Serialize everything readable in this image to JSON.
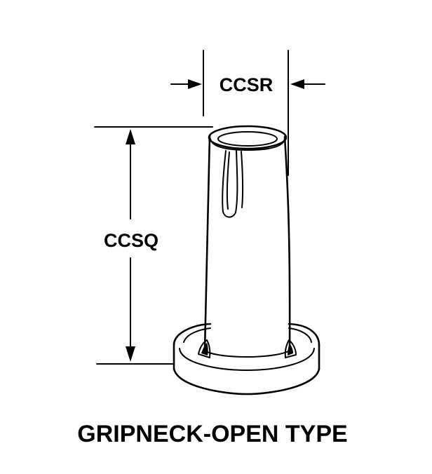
{
  "diagram": {
    "caption": "GRIPNECK-OPEN TYPE",
    "dimensions": {
      "width_label": "CCSR",
      "height_label": "CCSQ"
    }
  },
  "colors": {
    "ink": "#000000",
    "paper": "#ffffff"
  }
}
